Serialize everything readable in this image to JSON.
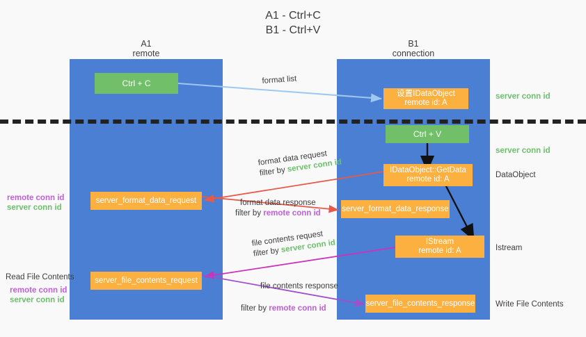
{
  "title": {
    "line1": "A1 - Ctrl+C",
    "line2": "B1 - Ctrl+V"
  },
  "lanes": [
    {
      "id": "a1",
      "name": "A1",
      "role": "remote"
    },
    {
      "id": "b1",
      "name": "B1",
      "role": "connection"
    }
  ],
  "nodes": {
    "ctrl_c": {
      "label": "Ctrl + C"
    },
    "ctrl_v": {
      "label": "Ctrl + V"
    },
    "set_dataobject": {
      "line1": "设置IDataObject",
      "line2": "remote id: A"
    },
    "getdata": {
      "line1": "IDataObject::GetData",
      "line2": "remote id: A"
    },
    "istream": {
      "line1": "IStream",
      "line2": "remote id: A"
    },
    "server_format_data_request": {
      "label": "server_format_data_request"
    },
    "server_format_data_response": {
      "label": "server_format_data_response"
    },
    "server_file_contents_request": {
      "label": "server_file_contents_request"
    },
    "server_file_contents_response": {
      "label": "server_file_contents_response"
    }
  },
  "edges": {
    "format_list": {
      "label": "format list"
    },
    "format_data_request": {
      "label": "format data request",
      "filter_prefix": "filter by ",
      "filter_key": "server conn id"
    },
    "format_data_response": {
      "label": "format data response",
      "filter_prefix": "filter by ",
      "filter_key": "remote conn id"
    },
    "file_contents_request": {
      "label": "file contents request",
      "filter_prefix": "filter by ",
      "filter_key": "server conn id"
    },
    "file_contents_response": {
      "label": "file contents response",
      "filter_prefix": "filter by ",
      "filter_key": "remote conn id"
    }
  },
  "annotations": {
    "right_server_conn_top": "server conn id",
    "right_server_conn_mid": "server conn id",
    "right_dataobject": "DataObject",
    "right_istream": "Istream",
    "right_write_file_contents": "Write File Contents",
    "left_remote_conn_1": "remote conn id",
    "left_server_conn_1": "server conn id",
    "left_read_file_contents": "Read File Contents",
    "left_remote_conn_2": "remote conn id",
    "left_server_conn_2": "server conn id"
  },
  "colors": {
    "lane": "#4a7fd4",
    "node_orange": "#fbb040",
    "node_green": "#72bf6a",
    "server_conn_id": "#6cc06c",
    "remote_conn_id": "#c060d8",
    "arrow_light_blue": "#9fc8ef",
    "arrow_red": "#e8594a",
    "arrow_magenta": "#cc33bb",
    "arrow_purple": "#a050c8",
    "arrow_black": "#111111",
    "background": "#f9f9f9",
    "divider": "#222222"
  }
}
